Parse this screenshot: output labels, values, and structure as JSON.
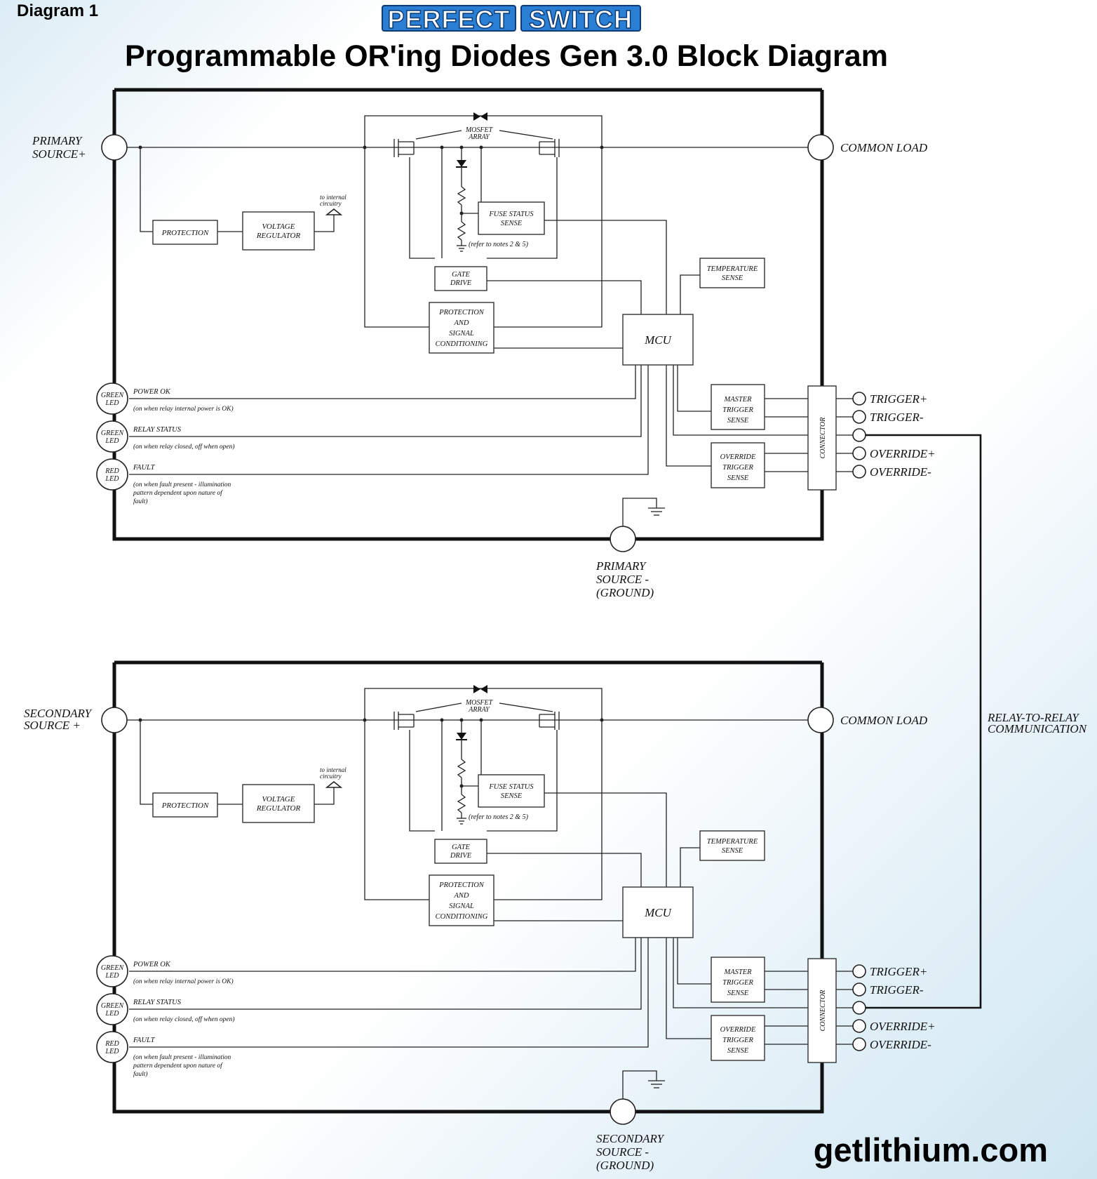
{
  "header": {
    "diagram_label": "Diagram 1",
    "logo_left": "PERFECT",
    "logo_right": "SWITCH",
    "title": "Programmable OR'ing Diodes Gen 3.0 Block Diagram"
  },
  "common": {
    "mosfet_line1": "MOSFET",
    "mosfet_line2": "ARRAY",
    "protection": "PROTECTION",
    "vreg_line1": "VOLTAGE",
    "vreg_line2": "REGULATOR",
    "internal_line1": "to internal",
    "internal_line2": "circuitry",
    "fuse_line1": "FUSE STATUS",
    "fuse_line2": "SENSE",
    "fuse_note": "(refer to notes 2 & 5)",
    "gate_line1": "GATE",
    "gate_line2": "DRIVE",
    "psc_line1": "PROTECTION",
    "psc_line2": "AND",
    "psc_line3": "SIGNAL",
    "psc_line4": "CONDITIONING",
    "temp_line1": "TEMPERATURE",
    "temp_line2": "SENSE",
    "mcu": "MCU",
    "master_line1": "MASTER",
    "master_line2": "TRIGGER",
    "master_line3": "SENSE",
    "override_line1": "OVERRIDE",
    "override_line2": "TRIGGER",
    "override_line3": "SENSE",
    "connector": "CONNECTOR",
    "common_load": "COMMON LOAD",
    "trigger_plus": "TRIGGER+",
    "trigger_minus": "TRIGGER-",
    "override_plus": "OVERRIDE+",
    "override_minus": "OVERRIDE-",
    "led1_line1": "GREEN",
    "led1_line2": "LED",
    "led1_title": "POWER OK",
    "led1_note": "(on when relay internal power is OK)",
    "led2_line1": "GREEN",
    "led2_line2": "LED",
    "led2_title": "RELAY STATUS",
    "led2_note": "(on when relay closed, off when open)",
    "led3_line1": "RED",
    "led3_line2": "LED",
    "led3_title": "FAULT",
    "led3_note1": "(on when fault present - illumination",
    "led3_note2": "pattern dependent upon nature of",
    "led3_note3": "fault)"
  },
  "primary": {
    "source_line1": "PRIMARY",
    "source_line2": "SOURCE+",
    "ground_line1": "PRIMARY",
    "ground_line2": "SOURCE -",
    "ground_line3": "(GROUND)"
  },
  "secondary": {
    "source_line1": "SECONDARY",
    "source_line2": "SOURCE +",
    "ground_line1": "SECONDARY",
    "ground_line2": "SOURCE -",
    "ground_line3": "(GROUND)"
  },
  "relay_comm": {
    "line1": "RELAY-TO-RELAY",
    "line2": "COMMUNICATION"
  },
  "footer": {
    "website": "getlithium.com"
  }
}
